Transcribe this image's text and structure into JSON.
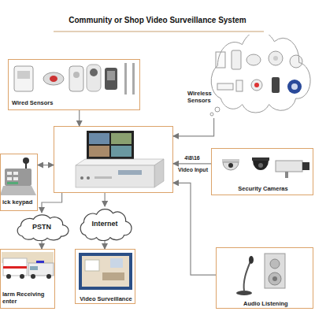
{
  "diagram": {
    "title": "Community or Shop Video Surveillance System",
    "nodes": [
      {
        "text": [
          "Wired Sensors"
        ]
      },
      {
        "text": [
          "Wireless Sensors"
        ]
      },
      {
        "text": []
      },
      {
        "text": [
          "ick keypad"
        ]
      },
      {
        "text": [
          "Security Cameras"
        ]
      },
      {
        "text": [
          "PSTN"
        ]
      },
      {
        "text": [
          "Internet"
        ]
      },
      {
        "text": [
          "larm Receiving enter"
        ]
      },
      {
        "text": [
          "Video Surveillance"
        ]
      },
      {
        "text": [
          "Audio Listening"
        ]
      }
    ],
    "edges": [
      {
        "from": 0,
        "to": 2,
        "arrow": "to"
      },
      {
        "from": 1,
        "to": 2,
        "arrow": "to"
      },
      {
        "from": 3,
        "to": 2,
        "arrow": "both"
      },
      {
        "from": 4,
        "to": 2,
        "label": "4\\8\\16",
        "arrow": "to"
      },
      {
        "from": 2,
        "to": 5,
        "arrow": "to"
      },
      {
        "from": 5,
        "to": 7,
        "arrow": "to"
      },
      {
        "from": 2,
        "to": 6,
        "arrow": "to"
      },
      {
        "from": 6,
        "to": 8,
        "arrow": "to"
      },
      {
        "from": 9,
        "to": 2,
        "arrow": "to"
      }
    ],
    "labels": [
      "Video Input"
    ]
  }
}
